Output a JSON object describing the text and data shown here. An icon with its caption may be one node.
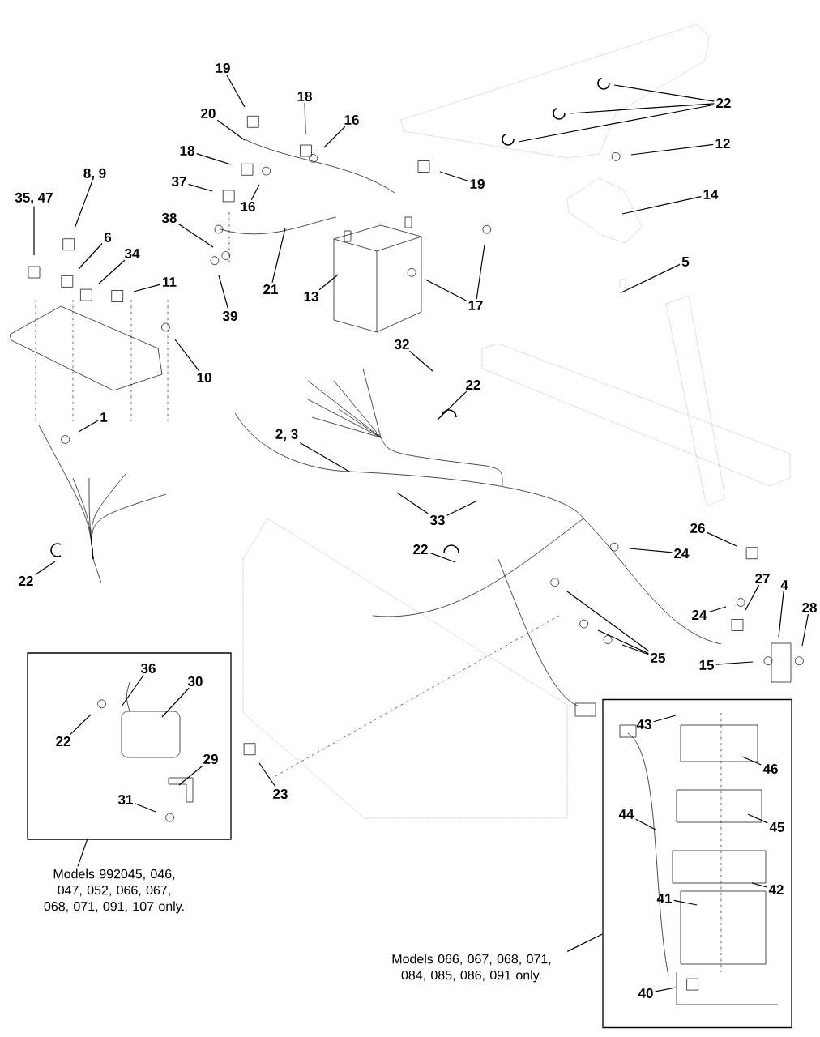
{
  "diagram": {
    "nodes": [
      {
        "text": [
          "19"
        ]
      },
      {
        "text": [
          "18"
        ]
      },
      {
        "text": [
          "16"
        ]
      },
      {
        "text": [
          "20"
        ]
      },
      {
        "text": [
          "22"
        ]
      },
      {
        "text": [
          "12"
        ]
      },
      {
        "text": [
          "18"
        ]
      },
      {
        "text": [
          "19"
        ]
      },
      {
        "text": [
          "37"
        ]
      },
      {
        "text": [
          "14"
        ]
      },
      {
        "text": [
          "16"
        ]
      },
      {
        "text": [
          "8, 9"
        ]
      },
      {
        "text": [
          "35, 47"
        ]
      },
      {
        "text": [
          "38"
        ]
      },
      {
        "text": [
          "6"
        ]
      },
      {
        "text": [
          "34"
        ]
      },
      {
        "text": [
          "5"
        ]
      },
      {
        "text": [
          "11"
        ]
      },
      {
        "text": [
          "21"
        ]
      },
      {
        "text": [
          "13"
        ]
      },
      {
        "text": [
          "17"
        ]
      },
      {
        "text": [
          "39"
        ]
      },
      {
        "text": [
          "32"
        ]
      },
      {
        "text": [
          "10"
        ]
      },
      {
        "text": [
          "22"
        ]
      },
      {
        "text": [
          "1"
        ]
      },
      {
        "text": [
          "2, 3"
        ]
      },
      {
        "text": [
          "33"
        ]
      },
      {
        "text": [
          "26"
        ]
      },
      {
        "text": [
          "22"
        ]
      },
      {
        "text": [
          "24"
        ]
      },
      {
        "text": [
          "22"
        ]
      },
      {
        "text": [
          "27"
        ]
      },
      {
        "text": [
          "4"
        ]
      },
      {
        "text": [
          "28"
        ]
      },
      {
        "text": [
          "24"
        ]
      },
      {
        "text": [
          "25"
        ]
      },
      {
        "text": [
          "15"
        ]
      },
      {
        "text": [],
        "shape": "box"
      },
      {
        "text": [
          "36"
        ],
        "in": 38
      },
      {
        "text": [
          "30"
        ],
        "in": 38
      },
      {
        "text": [
          "22"
        ],
        "in": 38
      },
      {
        "text": [
          "29"
        ],
        "in": 38
      },
      {
        "text": [
          "31"
        ],
        "in": 38
      },
      {
        "text": [
          "23"
        ]
      },
      {
        "text": [],
        "shape": "box"
      },
      {
        "text": [
          "43"
        ],
        "in": 45
      },
      {
        "text": [
          "46"
        ],
        "in": 45
      },
      {
        "text": [
          "44"
        ],
        "in": 45
      },
      {
        "text": [
          "45"
        ],
        "in": 45
      },
      {
        "text": [
          "42"
        ],
        "in": 45
      },
      {
        "text": [
          "41"
        ],
        "in": 45
      },
      {
        "text": [
          "40"
        ],
        "in": 45
      },
      {
        "text": [
          "Models 992045, 046, 047, 052, 066, 067, 068, 071, 091, 107 only."
        ]
      },
      {
        "text": [
          "Models 066, 067, 068, 071, 084, 085, 086, 091 only."
        ]
      }
    ],
    "edges": [
      {
        "from": 0,
        "to": null,
        "arrow": "none"
      },
      {
        "from": 1,
        "to": null,
        "arrow": "none"
      },
      {
        "from": 2,
        "to": null,
        "arrow": "none"
      },
      {
        "from": 3,
        "to": null,
        "arrow": "none"
      },
      {
        "from": 4,
        "to": null,
        "arrow": "none"
      },
      {
        "from": 4,
        "to": null,
        "arrow": "none"
      },
      {
        "from": 4,
        "to": null,
        "arrow": "none"
      },
      {
        "from": 5,
        "to": null,
        "arrow": "none"
      },
      {
        "from": 6,
        "to": null,
        "arrow": "none"
      },
      {
        "from": 7,
        "to": null,
        "arrow": "none"
      },
      {
        "from": 8,
        "to": null,
        "arrow": "none"
      },
      {
        "from": 9,
        "to": null,
        "arrow": "none"
      },
      {
        "from": 10,
        "to": null,
        "arrow": "none"
      },
      {
        "from": 11,
        "to": null,
        "arrow": "none"
      },
      {
        "from": 12,
        "to": null,
        "arrow": "none"
      },
      {
        "from": 13,
        "to": null,
        "arrow": "none"
      },
      {
        "from": 14,
        "to": null,
        "arrow": "none"
      },
      {
        "from": 15,
        "to": null,
        "arrow": "none"
      },
      {
        "from": 16,
        "to": null,
        "arrow": "none"
      },
      {
        "from": 17,
        "to": null,
        "arrow": "none"
      },
      {
        "from": 18,
        "to": null,
        "arrow": "none"
      },
      {
        "from": 19,
        "to": null,
        "arrow": "none"
      },
      {
        "from": 20,
        "to": null,
        "arrow": "none"
      },
      {
        "from": 20,
        "to": null,
        "arrow": "none"
      },
      {
        "from": 21,
        "to": null,
        "arrow": "none"
      },
      {
        "from": 22,
        "to": null,
        "arrow": "none"
      },
      {
        "from": 23,
        "to": null,
        "arrow": "none"
      },
      {
        "from": 24,
        "to": null,
        "arrow": "none"
      },
      {
        "from": 25,
        "to": null,
        "arrow": "none"
      },
      {
        "from": 26,
        "to": null,
        "arrow": "none"
      },
      {
        "from": 27,
        "to": null,
        "arrow": "none"
      },
      {
        "from": 27,
        "to": null,
        "arrow": "none"
      },
      {
        "from": 28,
        "to": null,
        "arrow": "none"
      },
      {
        "from": 29,
        "to": null,
        "arrow": "none"
      },
      {
        "from": 30,
        "to": null,
        "arrow": "none"
      },
      {
        "from": 31,
        "to": null,
        "arrow": "none"
      },
      {
        "from": 32,
        "to": null,
        "arrow": "none"
      },
      {
        "from": 33,
        "to": null,
        "arrow": "none"
      },
      {
        "from": 34,
        "to": null,
        "arrow": "none"
      },
      {
        "from": 35,
        "to": null,
        "arrow": "none"
      },
      {
        "from": 36,
        "to": null,
        "arrow": "none"
      },
      {
        "from": 36,
        "to": null,
        "arrow": "none"
      },
      {
        "from": 36,
        "to": null,
        "arrow": "none"
      },
      {
        "from": 37,
        "to": null,
        "arrow": "none"
      },
      {
        "from": 39,
        "to": null,
        "arrow": "none"
      },
      {
        "from": 40,
        "to": null,
        "arrow": "none"
      },
      {
        "from": 41,
        "to": null,
        "arrow": "none"
      },
      {
        "from": 42,
        "to": null,
        "arrow": "none"
      },
      {
        "from": 43,
        "to": null,
        "arrow": "none"
      },
      {
        "from": 44,
        "to": null,
        "arrow": "none"
      },
      {
        "from": 46,
        "to": null,
        "arrow": "none"
      },
      {
        "from": 47,
        "to": null,
        "arrow": "none"
      },
      {
        "from": 48,
        "to": null,
        "arrow": "none"
      },
      {
        "from": 49,
        "to": null,
        "arrow": "none"
      },
      {
        "from": 50,
        "to": null,
        "arrow": "none"
      },
      {
        "from": 51,
        "to": null,
        "arrow": "none"
      },
      {
        "from": 52,
        "to": null,
        "arrow": "none"
      },
      {
        "from": 53,
        "to": 38,
        "arrow": "none"
      },
      {
        "from": 54,
        "to": 45,
        "arrow": "none"
      }
    ]
  }
}
